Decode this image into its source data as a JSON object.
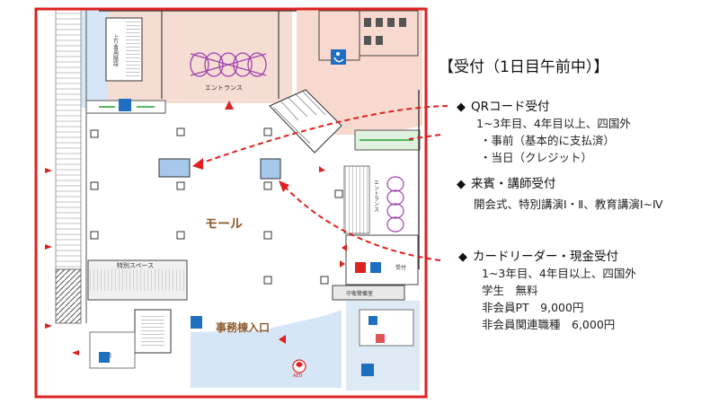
{
  "map": {
    "labels": {
      "entrance_top": "エントランス",
      "entrance_side": "エントランス",
      "stairs": "上り専用階段",
      "mall": "モール",
      "special_space": "特別スペース",
      "office_entrance": "事務棟入口",
      "reception_room": "受付",
      "guard_room": "守衛警備室",
      "office": "事務",
      "aed": "AED"
    },
    "colors": {
      "frame": "#e02020",
      "arrow": "#e02020",
      "booth": "#a6c8ea",
      "mall_floor": "#ffffff",
      "pink_area": "#f7d9cf",
      "blue_area": "#d6e6f6",
      "label_brown": "#8b5a2b",
      "icon_blue": "#1f6fc0"
    }
  },
  "panel": {
    "title": "【受付（1日目午前中）】",
    "sections": [
      {
        "heading": "QRコード受付",
        "lines": [
          "1~3年目、4年目以上、四国外",
          "・事前（基本的に支払済）",
          "・当日（クレジット）"
        ]
      },
      {
        "heading": "来賓・講師受付",
        "lines": [
          "開会式、特別講演Ⅰ・Ⅱ、教育講演Ⅰ~Ⅳ"
        ]
      },
      {
        "heading": "カードリーダー・現金受付",
        "lines": [
          "1~3年目、4年目以上、四国外",
          "学生　無料",
          "非会員PT　9,000円",
          "非会員関連職種　6,000円"
        ]
      }
    ]
  }
}
